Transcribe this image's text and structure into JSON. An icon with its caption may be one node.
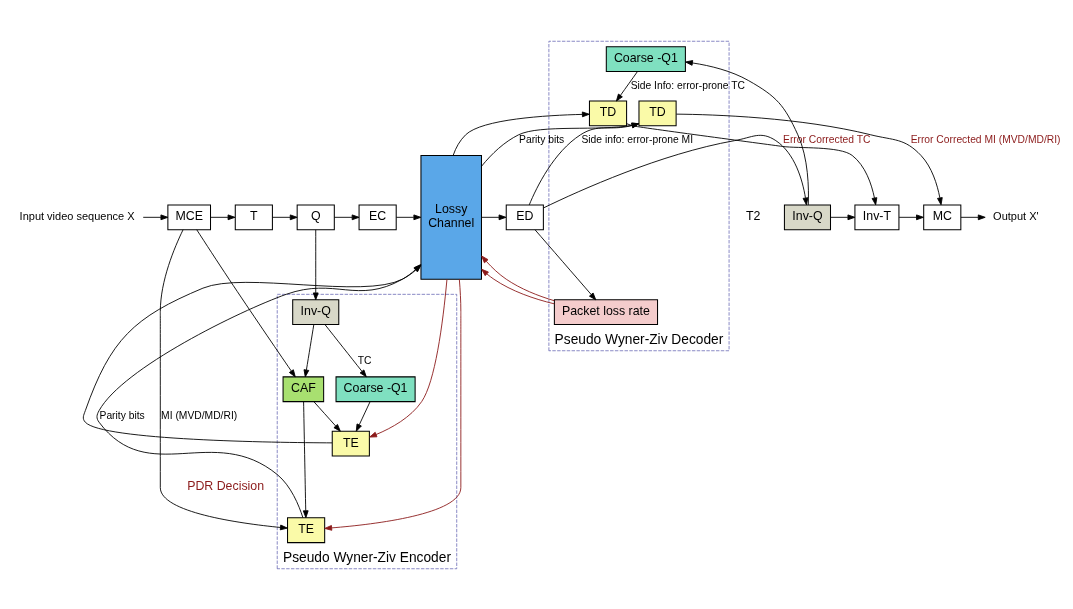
{
  "diagram": {
    "nodes": [
      {
        "text": [
          "Pseudo Wyner-Ziv Encoder"
        ]
      },
      {
        "text": [
          "Pseudo Wyner-Ziv Decoder"
        ]
      },
      {
        "text": [
          "Input video sequence X"
        ]
      },
      {
        "text": [
          "MCE"
        ]
      },
      {
        "text": [
          "T"
        ]
      },
      {
        "text": [
          "Q"
        ]
      },
      {
        "text": [
          "EC"
        ]
      },
      {
        "text": [
          "Lossy Channel"
        ]
      },
      {
        "text": [
          "ED"
        ]
      },
      {
        "text": [
          "Inv-Q"
        ]
      },
      {
        "text": [
          "Inv-T"
        ]
      },
      {
        "text": [
          "MC"
        ]
      },
      {
        "text": [
          "Output X'"
        ]
      },
      {
        "text": [
          "CAF"
        ],
        "in": 0
      },
      {
        "text": [
          "Inv-Q"
        ],
        "in": 0
      },
      {
        "text": [
          "Coarse -Q1"
        ],
        "in": 0
      },
      {
        "text": [
          "TE"
        ],
        "in": 0
      },
      {
        "text": [
          "TE"
        ],
        "in": 0
      },
      {
        "text": [
          "Packet loss rate"
        ],
        "in": 1
      },
      {
        "text": [
          "Coarse -Q1"
        ],
        "in": 1
      },
      {
        "text": [
          "TD"
        ],
        "in": 1
      },
      {
        "text": [
          "TD"
        ],
        "in": 1
      }
    ],
    "edges": [
      {
        "from": 2,
        "to": 3,
        "arrow": "to"
      },
      {
        "from": 3,
        "to": 4,
        "arrow": "to"
      },
      {
        "from": 4,
        "to": 5,
        "arrow": "to"
      },
      {
        "from": 5,
        "to": 6,
        "arrow": "to"
      },
      {
        "from": 6,
        "to": 7,
        "arrow": "to"
      },
      {
        "from": 7,
        "to": 8,
        "arrow": "to"
      },
      {
        "from": 8,
        "to": 9,
        "arrow": "to"
      },
      {
        "from": 9,
        "to": 10,
        "arrow": "to"
      },
      {
        "from": 10,
        "to": 11,
        "arrow": "to"
      },
      {
        "from": 11,
        "to": 12,
        "arrow": "to"
      },
      {
        "from": 3,
        "to": 13,
        "arrow": "to"
      },
      {
        "from": 5,
        "to": 14,
        "arrow": "to"
      },
      {
        "from": 14,
        "to": 13,
        "arrow": "to"
      },
      {
        "from": 14,
        "to": 15,
        "arrow": "to",
        "label": "TC"
      },
      {
        "from": 15,
        "to": 16,
        "arrow": "to"
      },
      {
        "from": 13,
        "to": 16,
        "arrow": "to"
      },
      {
        "from": 13,
        "to": 17,
        "arrow": "to"
      },
      {
        "from": 3,
        "to": 17,
        "arrow": "to",
        "label": "MI (MVD/MD/RI)"
      },
      {
        "from": 7,
        "to": 16,
        "arrow": "to",
        "color": "#8b1a1a"
      },
      {
        "from": 7,
        "to": 17,
        "arrow": "to",
        "color": "#8b1a1a"
      },
      {
        "from": 16,
        "to": 7,
        "arrow": "to"
      },
      {
        "from": 17,
        "to": 7,
        "arrow": "to",
        "label": "Parity bits"
      },
      {
        "from": 8,
        "to": 18,
        "arrow": "to"
      },
      {
        "from": 18,
        "to": 7,
        "arrow": "to",
        "color": "#8b1a1a"
      },
      {
        "from": 18,
        "to": 7,
        "arrow": "to",
        "color": "#8b1a1a"
      },
      {
        "from": 9,
        "to": 19,
        "arrow": "to"
      },
      {
        "from": 19,
        "to": 20,
        "arrow": "to",
        "label": "Side Info: error-prone TC"
      },
      {
        "from": 8,
        "to": 21,
        "arrow": "to",
        "label": "Side info: error-prone MI"
      },
      {
        "from": 7,
        "to": 20,
        "arrow": "to"
      },
      {
        "from": 7,
        "to": 21,
        "arrow": "to",
        "label": "Parity bits"
      },
      {
        "from": 20,
        "to": 10,
        "arrow": "to",
        "label": "Error Corrected TC"
      },
      {
        "from": 21,
        "to": 11,
        "arrow": "to",
        "label": "Error Corrected MI (MVD/MD/RI)"
      }
    ],
    "labels": [
      "PDR Decision",
      "T2"
    ]
  }
}
